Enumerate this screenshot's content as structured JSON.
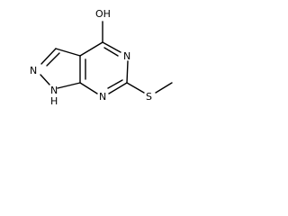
{
  "molecule": {
    "atoms": {
      "hydroxyl": "OH",
      "n5": "N",
      "n7": "N",
      "n2": "N",
      "n1h": "N",
      "n1h_h": "H",
      "sulfur": "S"
    }
  }
}
